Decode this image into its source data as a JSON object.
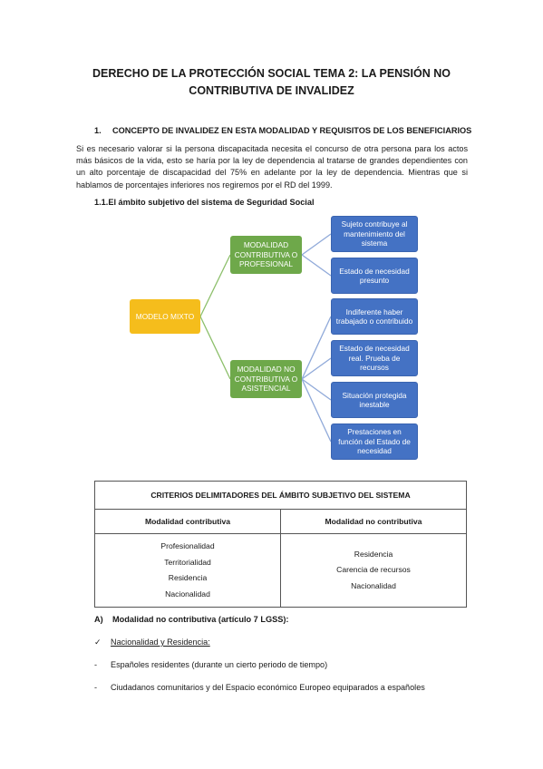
{
  "title_line1": "DERECHO DE LA PROTECCIÓN SOCIAL TEMA 2: LA PENSIÓN NO",
  "title_line2": "CONTRIBUTIVA DE INVALIDEZ",
  "section1": {
    "number": "1.",
    "heading": "CONCEPTO DE INVALIDEZ EN ESTA MODALIDAD Y REQUISITOS DE LOS BENEFICIARIOS"
  },
  "paragraph": "Si es necesario valorar si la persona discapacitada necesita el concurso de otra persona para los actos más básicos de la vida, esto se haría por la ley de dependencia al tratarse de grandes dependientes con un alto porcentaje de discapacidad del 75% en adelante por la ley de dependencia. Mientras que si hablamos de porcentajes inferiores nos regiremos por el RD del 1999.",
  "subsection": "1.1.El ámbito subjetivo del sistema de Seguridad Social",
  "diagram": {
    "root": "MODELO MIXTO",
    "contrib": "MODALIDAD CONTRIBUTIVA O PROFESIONAL",
    "noncontrib": "MODALIDAD NO CONTRIBUTIVA O ASISTENCIAL",
    "contrib_children": [
      "Sujeto contribuye al mantenimiento del sistema",
      "Estado de necesidad presunto"
    ],
    "noncontrib_children": [
      "Indiferente haber trabajado o contribuido",
      "Estado de necesidad real. Prueba de recursos",
      "Situación protegida inestable",
      "Prestaciones en función del Estado de necesidad"
    ]
  },
  "table": {
    "title": "CRITERIOS DELIMITADORES DEL ÁMBITO SUBJETIVO DEL SISTEMA",
    "col1_header": "Modalidad contributiva",
    "col2_header": "Modalidad no contributiva",
    "col1_items": [
      "Profesionalidad",
      "Territorialidad",
      "Residencia",
      "Nacionalidad"
    ],
    "col2_items": [
      "Residencia",
      "Carencia de recursos",
      "Nacionalidad"
    ]
  },
  "sectionA": {
    "number": "A)",
    "heading": "Modalidad no contributiva (artículo 7 LGSS):"
  },
  "check_item": {
    "mark": "✓",
    "text": "Nacionalidad y Residencia:"
  },
  "bullets": [
    {
      "mark": "-",
      "text": "Españoles residentes (durante un cierto periodo de tiempo)"
    },
    {
      "mark": "-",
      "text": "Ciudadanos comunitarios y del Espacio económico Europeo equiparados a españoles"
    }
  ]
}
